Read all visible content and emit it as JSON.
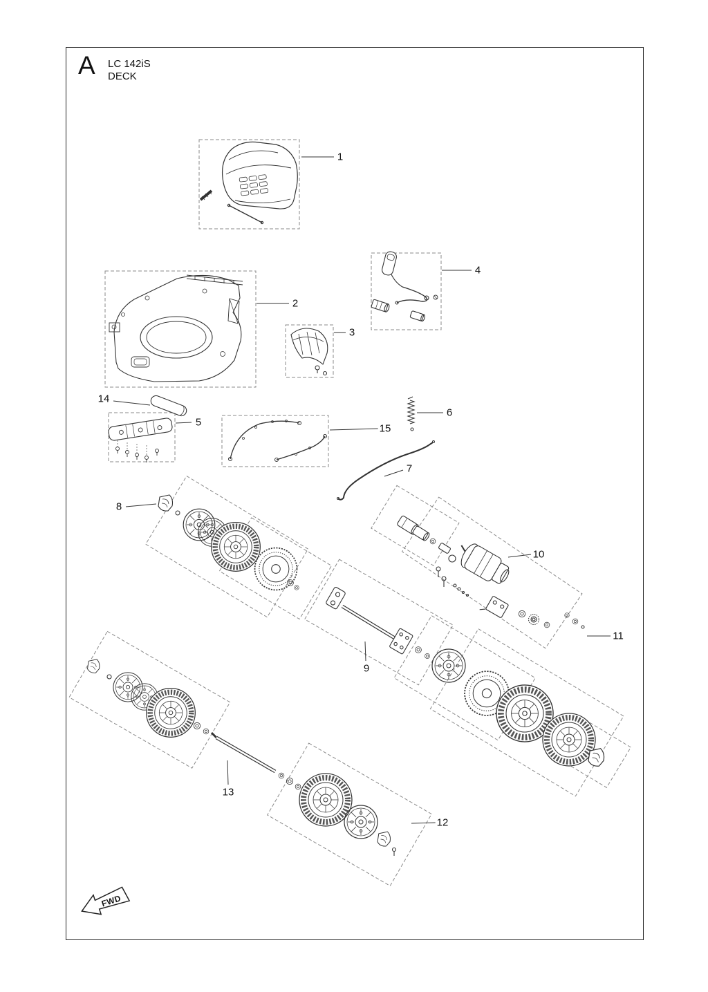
{
  "page": {
    "section_letter": "A",
    "model": "LC 142iS",
    "section_title": "DECK",
    "fwd_label": "FWD"
  },
  "colors": {
    "line": "#2f2f2f",
    "dashed_box": "#8a8a8a",
    "border": "#222222",
    "background": "#ffffff"
  },
  "callouts": [
    "1",
    "2",
    "3",
    "4",
    "5",
    "6",
    "7",
    "8",
    "9",
    "10",
    "11",
    "12",
    "13",
    "14",
    "15"
  ]
}
